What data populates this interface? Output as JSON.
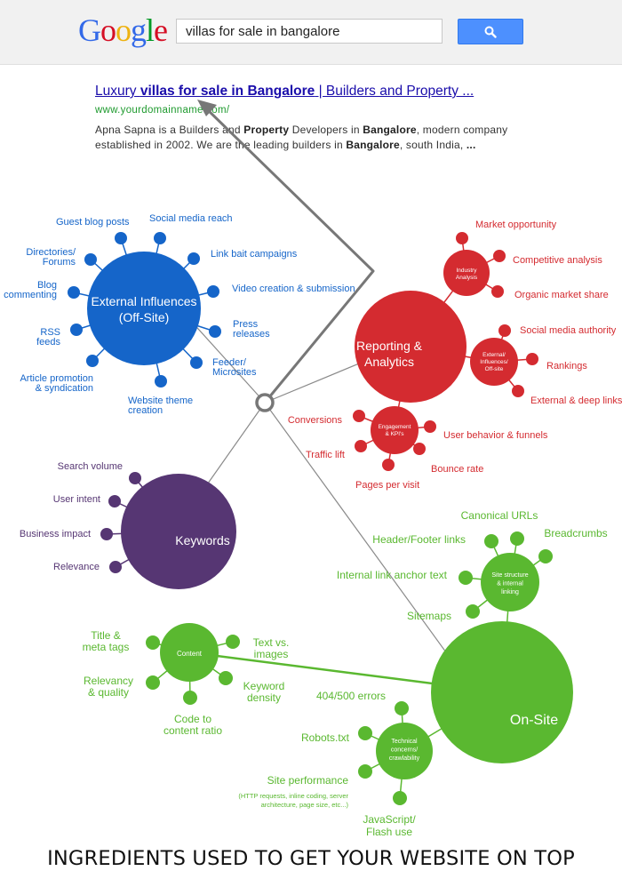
{
  "google_logo": [
    "G",
    "o",
    "o",
    "g",
    "l",
    "e"
  ],
  "logo_colors": [
    "#3369e8",
    "#d50f25",
    "#eeb211",
    "#3369e8",
    "#009925",
    "#d50f25"
  ],
  "search": {
    "query": "villas for sale in bangalore"
  },
  "result": {
    "title_parts": [
      {
        "text": "Luxury ",
        "bold": false
      },
      {
        "text": "villas for sale in Bangalore",
        "bold": true
      },
      {
        "text": " | Builders and Property ...",
        "bold": false
      }
    ],
    "url": "www.yourdomainname.com/",
    "snippet_parts": [
      {
        "text": "Apna Sapna is a Builders and ",
        "bold": false
      },
      {
        "text": "Property",
        "bold": true
      },
      {
        "text": " Developers in ",
        "bold": false
      },
      {
        "text": "Bangalore",
        "bold": true
      },
      {
        "text": ", modern company established in 2002. We are the leading builders in ",
        "bold": false
      },
      {
        "text": "Bangalore",
        "bold": true
      },
      {
        "text": ", south India, ",
        "bold": false
      },
      {
        "text": "...",
        "bold": true
      }
    ]
  },
  "colors": {
    "blue": "#1565c9",
    "red": "#d42b30",
    "purple": "#563673",
    "green": "#5ab830",
    "connector": "#8a8a8a"
  },
  "diagram": {
    "external": {
      "label": [
        "External Influences",
        "(Off-Site)"
      ],
      "items": [
        "Guest blog posts",
        "Social media reach",
        "Link bait campaigns",
        "Video creation & submission",
        "Press|releases",
        "Feeder/|Microsites",
        "Website theme|creation",
        "Article promotion|& syndication",
        "RSS|feeds",
        "Blog|commenting",
        "Directories/|Forums"
      ]
    },
    "reporting": {
      "label": [
        "Reporting &",
        "Analytics"
      ],
      "industry": {
        "label": [
          "Industry",
          "Analysis"
        ],
        "items": [
          "Market opportunity",
          "Competitive analysis",
          "Organic market share"
        ]
      },
      "external": {
        "label": [
          "External/",
          "Influences/",
          "Off-site"
        ],
        "items": [
          "Social media authority",
          "Rankings",
          "External & deep links"
        ]
      },
      "engagement": {
        "label": [
          "Engagement",
          "& KPI's"
        ],
        "items": [
          "Conversions",
          "User behavior & funnels",
          "Bounce rate",
          "Pages per visit",
          "Traffic lift"
        ]
      }
    },
    "keywords": {
      "label": "Keywords",
      "items": [
        "Search volume",
        "User intent",
        "Business impact",
        "Relevance"
      ]
    },
    "onsite": {
      "label": "On-Site",
      "structure": {
        "label": [
          "Site structure",
          "& internal",
          "linking"
        ],
        "items": [
          "Canonical URLs",
          "Breadcrumbs",
          "Header/Footer links",
          "Internal link anchor text",
          "Sitemaps"
        ]
      },
      "content": {
        "label": "Content",
        "items": [
          "Title &|meta tags",
          "Text vs.|images",
          "Keyword|density",
          "Code to|content ratio",
          "Relevancy|& quality"
        ]
      },
      "technical": {
        "label": [
          "Technical",
          "concerns/",
          "crawlability"
        ],
        "items": [
          "404/500 errors",
          "Robots.txt",
          "Site performance",
          "JavaScript/|Flash use"
        ]
      },
      "performance_note": [
        "(HTTP requests, inline coding, server",
        "architecture, page size, etc...)"
      ]
    }
  },
  "footer": "INGREDIENTS USED TO GET YOUR WEBSITE ON TOP"
}
